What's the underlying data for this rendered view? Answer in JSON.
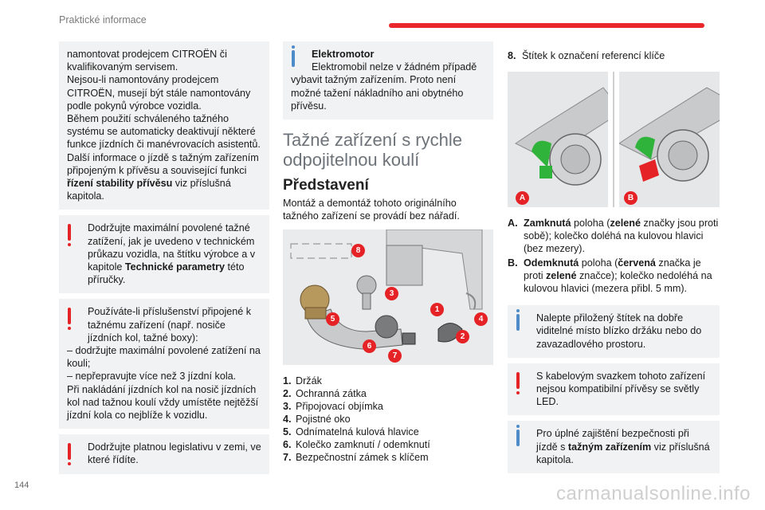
{
  "header": {
    "section": "Praktické informace"
  },
  "page_number": "144",
  "watermark": "carmanualsonline.info",
  "col1": {
    "intro": [
      "namontovat prodejcem CITROËN či kvalifikovaným servisem.",
      "Nejsou-li namontovány prodejcem CITROËN, musejí být stále namontovány podle pokynů výrobce vozidla.",
      "Během použití schváleného tažného systému se automaticky deaktivují některé funkce jízdních či manévrovacích asistentů.",
      "Další informace o jízdě s tažným zařízením připojeným k přívěsu a související funkci "
    ],
    "intro_bold": "řízení stability přívěsu",
    "intro_tail": " viz příslušná kapitola.",
    "warn1_a": "Dodržujte maximální povolené tažné zatížení, jak je uvedeno v technickém průkazu vozidla, na štítku výrobce a v kapitole ",
    "warn1_bold": "Technické parametry",
    "warn1_b": " této příručky.",
    "warn2_lines": [
      "Používáte-li příslušenství připojené k tažnému zařízení (např. nosiče jízdních kol, tažné boxy):",
      "–  dodržujte maximální povolené zatížení na kouli;",
      "–  nepřepravujte více než 3 jízdní kola.",
      "Při nakládání jízdních kol na nosič jízdních kol nad tažnou koulí vždy umístěte nejtěžší jízdní kola co nejblíže k vozidlu."
    ],
    "warn3": "Dodržujte platnou legislativu v zemi, ve které řídíte."
  },
  "col2": {
    "info_title": "Elektromotor",
    "info_text": "Elektromobil nelze v žádném případě vybavit tažným zařízením. Proto není možné tažení nákladního ani obytného přívěsu.",
    "section_title": "Tažné zařízení s rychle odpojitelnou koulí",
    "subheading": "Představení",
    "intro": "Montáž a demontáž tohoto originálního tažného zařízení se provádí bez nářadí.",
    "figure_badges": [
      "8",
      "3",
      "1",
      "4",
      "5",
      "2",
      "6",
      "7"
    ],
    "parts": [
      {
        "num": "1.",
        "label": "Držák"
      },
      {
        "num": "2.",
        "label": "Ochranná zátka"
      },
      {
        "num": "3.",
        "label": "Připojovací objímka"
      },
      {
        "num": "4.",
        "label": "Pojistné oko"
      },
      {
        "num": "5.",
        "label": "Odnímatelná kulová hlavice"
      },
      {
        "num": "6.",
        "label": "Kolečko zamknutí / odemknutí"
      },
      {
        "num": "7.",
        "label": "Bezpečnostní zámek s klíčem"
      }
    ]
  },
  "col3": {
    "item8_num": "8.",
    "item8_label": "Štítek k označení referencí klíče",
    "figA": "A",
    "figB": "B",
    "states": [
      {
        "letter": "A.",
        "b1": "Zamknutá",
        "t1": " poloha (",
        "b2": "zelené",
        "t2": " značky jsou proti sobě); kolečko doléhá na kulovou hlavici (bez mezery)."
      },
      {
        "letter": "B.",
        "b1": "Odemknutá",
        "t1": " poloha (",
        "b2": "červená",
        "t2": " značka je proti ",
        "b3": "zelené",
        "t3": " značce); kolečko nedoléhá na kulovou hlavici (mezera přibl. 5 mm)."
      }
    ],
    "info1": "Nalepte přiložený štítek na dobře viditelné místo blízko držáku nebo do zavazadlového prostoru.",
    "warn1": "S kabelovým svazkem tohoto zařízení nejsou kompatibilní přívěsy se světly LED.",
    "info2_a": "Pro úplné zajištění bezpečnosti při jízdě s ",
    "info2_bold": "tažným zařízením",
    "info2_b": " viz příslušná kapitola."
  }
}
